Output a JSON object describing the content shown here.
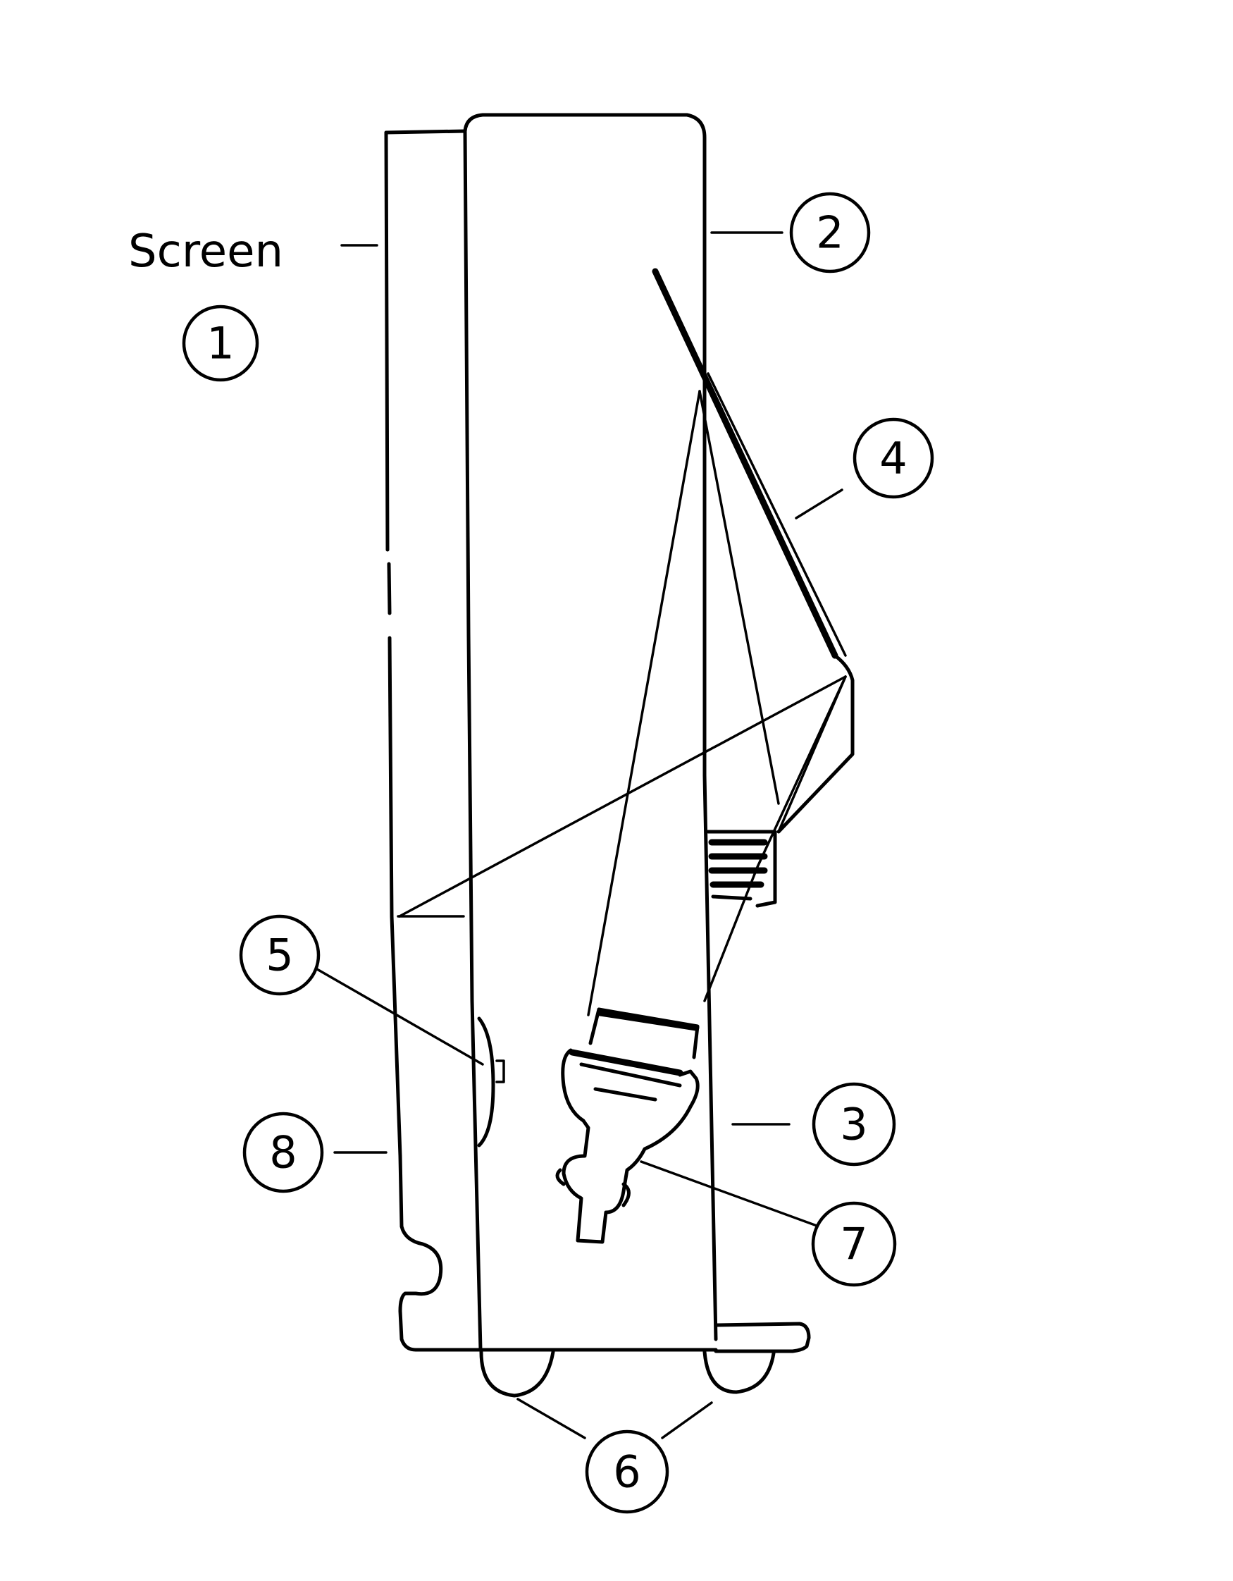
{
  "diagram": {
    "screen_label": "Screen",
    "callouts": {
      "c1": "1",
      "c2": "2",
      "c3": "3",
      "c4": "4",
      "c5": "5",
      "c6": "6",
      "c7": "7",
      "c8": "8"
    }
  }
}
